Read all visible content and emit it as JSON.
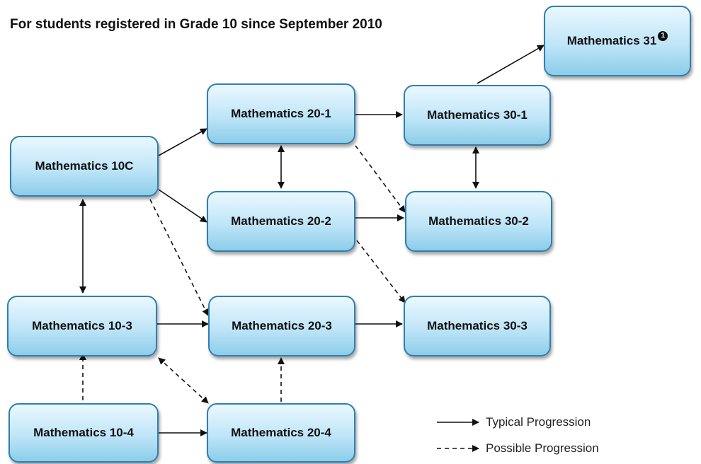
{
  "title": "For students registered in Grade 10 since September 2010",
  "nodes": {
    "m10c": "Mathematics 10C",
    "m10_3": "Mathematics 10-3",
    "m10_4": "Mathematics 10-4",
    "m20_1": "Mathematics 20-1",
    "m20_2": "Mathematics 20-2",
    "m20_3": "Mathematics 20-3",
    "m20_4": "Mathematics 20-4",
    "m30_1": "Mathematics 30-1",
    "m30_2": "Mathematics 30-2",
    "m30_3": "Mathematics 30-3",
    "m31": "Mathematics 31",
    "m31_footnote": "1"
  },
  "edges": [
    {
      "from": "Mathematics 10C",
      "to": "Mathematics 20-1",
      "style": "typical"
    },
    {
      "from": "Mathematics 10C",
      "to": "Mathematics 20-2",
      "style": "typical"
    },
    {
      "from": "Mathematics 10C",
      "to": "Mathematics 20-3",
      "style": "possible"
    },
    {
      "from": "Mathematics 10C",
      "to": "Mathematics 10-3",
      "style": "typical",
      "bidirectional": true
    },
    {
      "from": "Mathematics 20-1",
      "to": "Mathematics 30-1",
      "style": "typical"
    },
    {
      "from": "Mathematics 20-1",
      "to": "Mathematics 30-2",
      "style": "possible"
    },
    {
      "from": "Mathematics 20-1",
      "to": "Mathematics 20-2",
      "style": "typical",
      "bidirectional": true
    },
    {
      "from": "Mathematics 30-1",
      "to": "Mathematics 31",
      "style": "typical"
    },
    {
      "from": "Mathematics 30-1",
      "to": "Mathematics 30-2",
      "style": "typical",
      "bidirectional": true
    },
    {
      "from": "Mathematics 20-2",
      "to": "Mathematics 30-2",
      "style": "typical"
    },
    {
      "from": "Mathematics 20-2",
      "to": "Mathematics 30-3",
      "style": "possible"
    },
    {
      "from": "Mathematics 10-3",
      "to": "Mathematics 20-3",
      "style": "typical"
    },
    {
      "from": "Mathematics 10-3",
      "to": "Mathematics 20-4",
      "style": "possible",
      "bidirectional": true
    },
    {
      "from": "Mathematics 20-3",
      "to": "Mathematics 30-3",
      "style": "typical"
    },
    {
      "from": "Mathematics 10-4",
      "to": "Mathematics 10-3",
      "style": "possible"
    },
    {
      "from": "Mathematics 10-4",
      "to": "Mathematics 20-4",
      "style": "typical"
    },
    {
      "from": "Mathematics 20-4",
      "to": "Mathematics 20-3",
      "style": "possible"
    }
  ],
  "legend": {
    "typical": "Typical Progression",
    "possible": "Possible Progression"
  }
}
